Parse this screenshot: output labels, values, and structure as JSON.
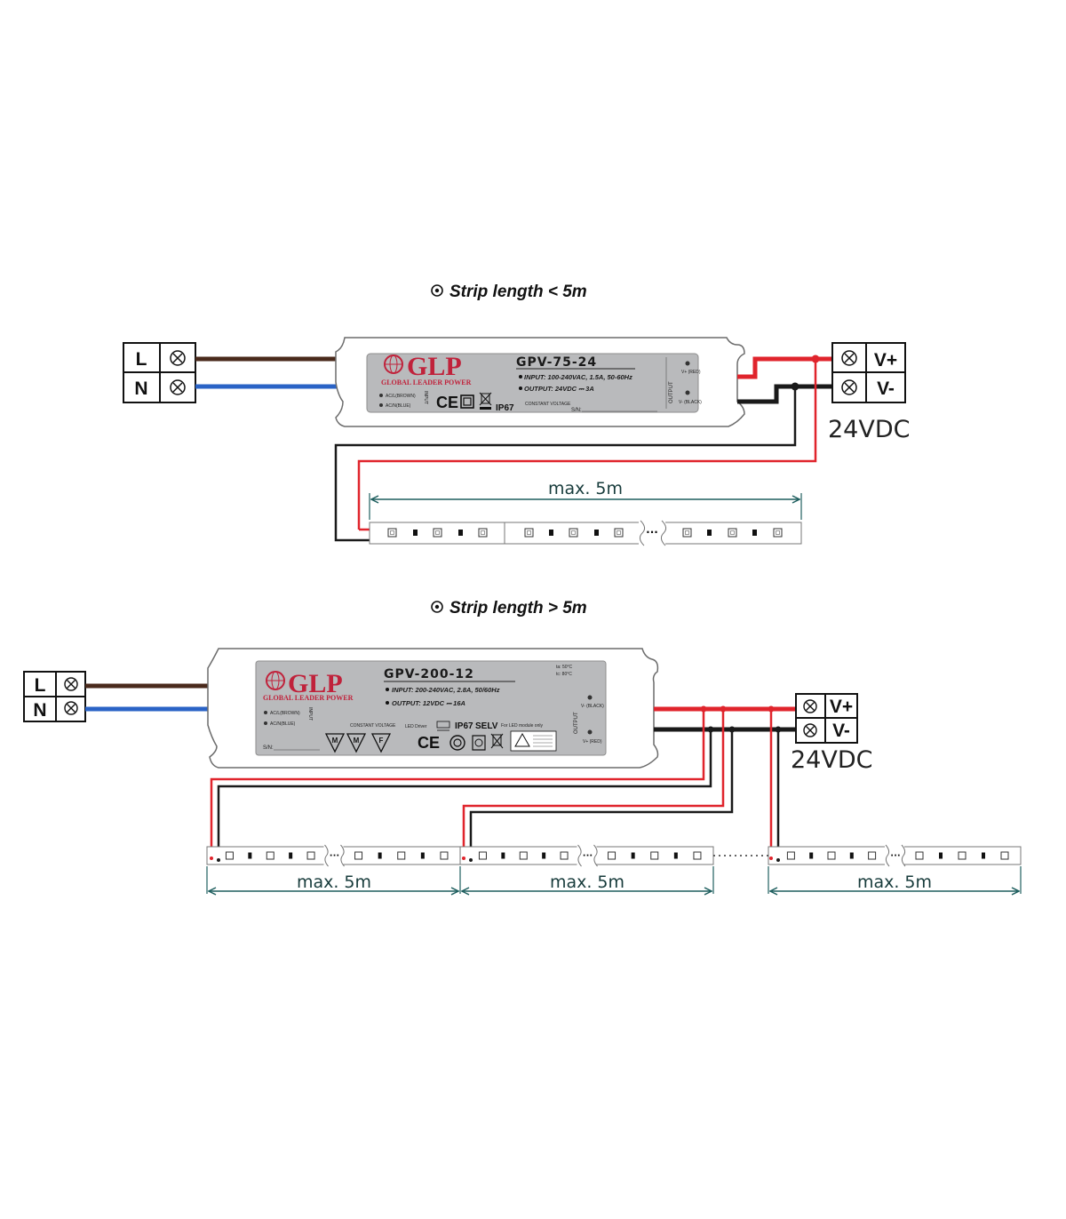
{
  "diagram1": {
    "title": "Strip length < 5m",
    "input_terminal": {
      "line": "L",
      "neutral": "N"
    },
    "driver": {
      "brand": "GLP",
      "brand_sub": "GLOBAL LEADER POWER",
      "model": "GPV-75-24",
      "input_spec": "INPUT: 100-240VAC, 1.5A, 50-60Hz",
      "output_spec": "OUTPUT: 24VDC ⎓ 3A",
      "input_label": "INPUT",
      "output_label": "OUTPUT",
      "ac_l": "AC/L(BROWN)",
      "ac_n": "AC/N(BLUE)",
      "vplus_red": "V+ (RED)",
      "vminus_black": "V- (BLACK)",
      "ce": "CE",
      "ip": "IP67",
      "constant_voltage": "CONSTANT VOLTAGE",
      "sn": "S/N:"
    },
    "output_terminal": {
      "plus": "V+",
      "minus": "V-"
    },
    "voltage": "24VDC",
    "span_label": "max. 5m"
  },
  "diagram2": {
    "title": "Strip length > 5m",
    "input_terminal": {
      "line": "L",
      "neutral": "N"
    },
    "driver": {
      "brand": "GLP",
      "brand_sub": "GLOBAL LEADER POWER",
      "model": "GPV-200-12",
      "input_spec": "INPUT: 200-240VAC, 2.8A, 50/60Hz",
      "output_spec": "OUTPUT: 12VDC ⎓ 16A",
      "input_label": "INPUT",
      "output_label": "OUTPUT",
      "ac_l": "AC/L(BROWN)",
      "ac_n": "AC/N(BLUE)",
      "ta": "ta: 50°C",
      "tc": "tc: 80°C",
      "vminus_black": "V- (BLACK)",
      "vplus_red": "V+ (RED)",
      "ce": "CE",
      "ip": "IP67",
      "selv": "SELV",
      "constant_voltage": "CONSTANT VOLTAGE",
      "led_driver": "LED Driver",
      "led_module_only": "For LED module only",
      "sn": "S/N:"
    },
    "output_terminal": {
      "plus": "V+",
      "minus": "V-"
    },
    "voltage": "24VDC",
    "span_labels": [
      "max. 5m",
      "max. 5m",
      "max. 5m"
    ]
  },
  "colors": {
    "brown_wire": "#4a2a1c",
    "blue_wire": "#2a63c6",
    "red_wire": "#e0242c",
    "black_wire": "#1a1a1a",
    "brand_red": "#c0223b",
    "label_grey": "#b9babc",
    "dimension_teal": "#1f5f5f"
  }
}
